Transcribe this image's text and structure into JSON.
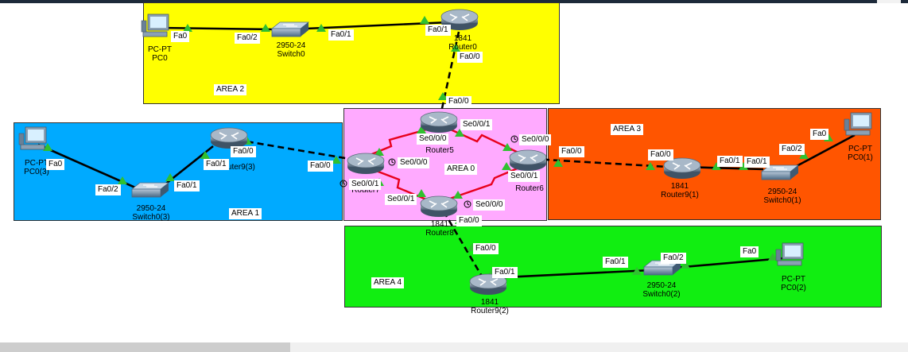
{
  "areas": {
    "area2": {
      "label": "AREA 2",
      "color": "#ffff00"
    },
    "area1": {
      "label": "AREA 1",
      "color": "#00aaff"
    },
    "area0": {
      "label": "AREA 0",
      "color": "#ffaaff"
    },
    "area3": {
      "label": "AREA 3",
      "color": "#ff5500"
    },
    "area4": {
      "label": "AREA 4",
      "color": "#11ee11"
    }
  },
  "devices": {
    "pc0": {
      "model": "PC-PT",
      "name": "PC0"
    },
    "switch0": {
      "model": "2950-24",
      "name": "Switch0"
    },
    "router_top": {
      "model": "1841",
      "name": "Router0"
    },
    "pc0_3": {
      "model": "PC-PT",
      "name": "PC0(3)"
    },
    "switch0_3": {
      "model": "2950-24",
      "name": "Switch0(3)"
    },
    "router9_3": {
      "name": "Router9(3)"
    },
    "router5": {
      "name": "Router5"
    },
    "router7": {
      "name": "Router7"
    },
    "router6": {
      "name": "Router6"
    },
    "router8": {
      "model": "1841",
      "name": "Router8"
    },
    "router9_1": {
      "model": "1841",
      "name": "Router9(1)"
    },
    "switch0_1": {
      "model": "2950-24",
      "name": "Switch0(1)"
    },
    "pc0_1": {
      "model": "PC-PT",
      "name": "PC0(1)"
    },
    "router9_2": {
      "model": "1841",
      "name": "Router9(2)"
    },
    "switch0_2": {
      "model": "2950-24",
      "name": "Switch0(2)"
    },
    "pc0_2": {
      "model": "PC-PT",
      "name": "PC0(2)"
    }
  },
  "ports": {
    "pc0_fa0": "Fa0",
    "sw0_fa02": "Fa0/2",
    "sw0_fa01": "Fa0/1",
    "r0_fa01": "Fa0/1",
    "r0_fa00": "Fa0/0",
    "r5_fa00": "Fa0/0",
    "r5_se000": "Se0/0/0",
    "r5_se001": "Se0/0/1",
    "r6_se000": "Se0/0/0",
    "r6_se001": "Se0/0/1",
    "r6_fa00": "Fa0/0",
    "r7_se000": "Se0/0/0",
    "r7_fa00": "Fa0/0",
    "r7_se001": "Se0/0/1",
    "r8_se001": "Se0/0/1",
    "r8_se000": "Se0/0/0",
    "r8_fa00": "Fa0/0",
    "pc03_fa0": "Fa0",
    "sw03_fa02": "Fa0/2",
    "sw03_fa01": "Fa0/1",
    "r93_fa01": "Fa0/1",
    "r93_fa00": "Fa0/0",
    "r91_fa00": "Fa0/0",
    "r91_fa01": "Fa0/1",
    "sw01_fa01": "Fa0/1",
    "sw01_fa02": "Fa0/2",
    "pc01_fa0": "Fa0",
    "r92_fa00": "Fa0/0",
    "r92_fa01": "Fa0/1",
    "sw02_fa01": "Fa0/1",
    "sw02_fa02": "Fa0/2",
    "pc02_fa0": "Fa0"
  },
  "icons": {
    "pc": "pc-icon",
    "switch": "switch-icon",
    "router": "router-icon",
    "clock": "clock-icon"
  },
  "colors": {
    "ethernet": "#000000",
    "serial": "#e8001c",
    "link_up": "#30c030"
  }
}
